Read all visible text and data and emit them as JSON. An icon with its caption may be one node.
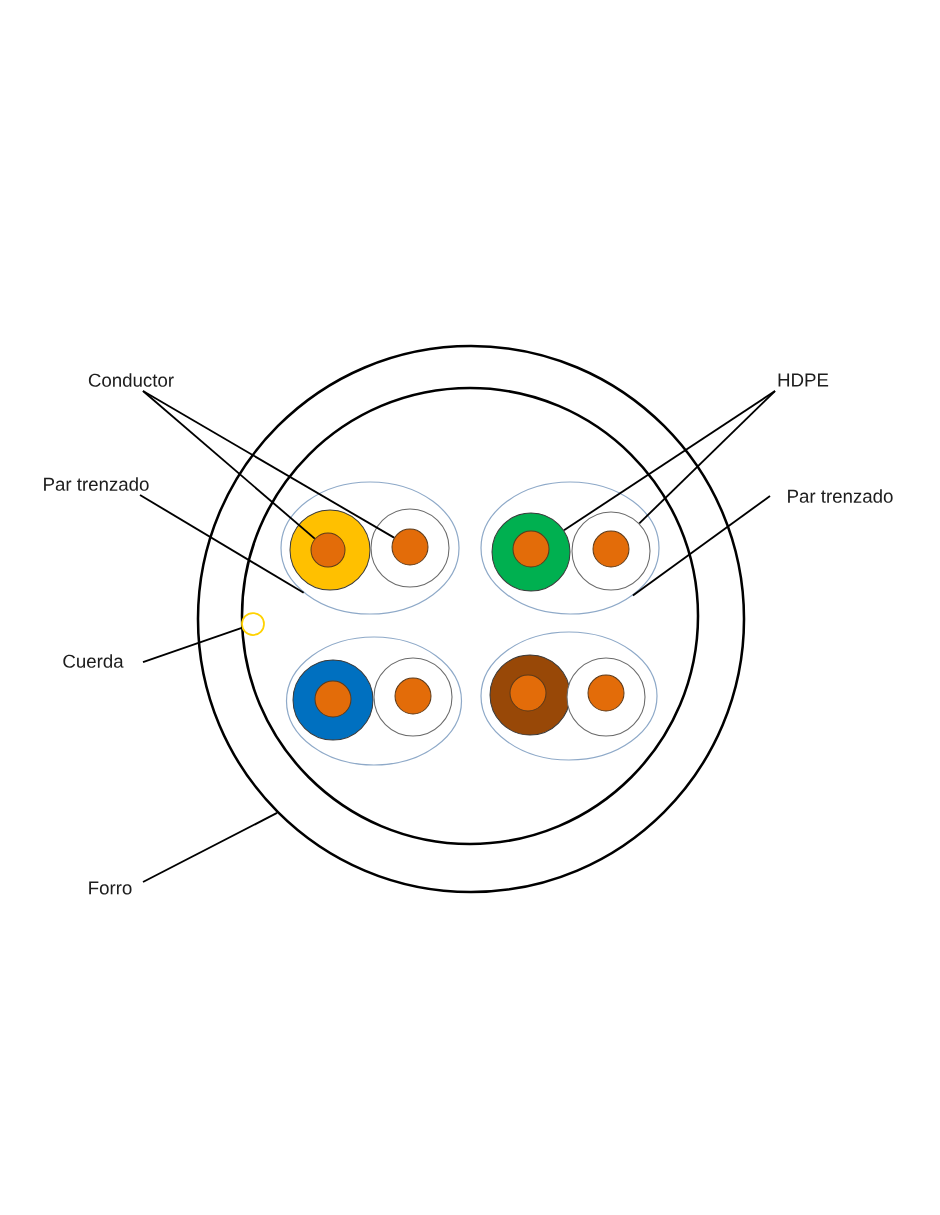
{
  "diagram": {
    "nodes": [
      {
        "text": [
          "Conductor"
        ]
      },
      {
        "text": [
          "HDPE"
        ]
      },
      {
        "text": [
          "Par trenzado"
        ]
      },
      {
        "text": [
          "Par trenzado"
        ]
      },
      {
        "text": [
          "Cuerda"
        ]
      },
      {
        "text": [
          "Forro"
        ]
      },
      {
        "text": [],
        "shape": "circle"
      },
      {
        "text": [],
        "shape": "circle",
        "in": 6
      },
      {
        "text": [],
        "shape": "ellipse",
        "in": 7
      },
      {
        "text": [],
        "shape": "circle",
        "in": 8
      },
      {
        "text": [],
        "shape": "circle",
        "in": 9
      },
      {
        "text": [],
        "shape": "circle",
        "in": 8
      },
      {
        "text": [],
        "shape": "circle",
        "in": 11
      },
      {
        "text": [],
        "shape": "ellipse",
        "in": 7
      },
      {
        "text": [],
        "shape": "circle",
        "in": 13
      },
      {
        "text": [],
        "shape": "circle",
        "in": 14
      },
      {
        "text": [],
        "shape": "circle",
        "in": 13
      },
      {
        "text": [],
        "shape": "circle",
        "in": 16
      },
      {
        "text": [],
        "shape": "ellipse",
        "in": 7
      },
      {
        "text": [],
        "shape": "circle",
        "in": 18
      },
      {
        "text": [],
        "shape": "circle",
        "in": 19
      },
      {
        "text": [],
        "shape": "circle",
        "in": 18
      },
      {
        "text": [],
        "shape": "circle",
        "in": 21
      },
      {
        "text": [],
        "shape": "ellipse",
        "in": 7
      },
      {
        "text": [],
        "shape": "circle",
        "in": 23
      },
      {
        "text": [],
        "shape": "circle",
        "in": 24
      },
      {
        "text": [],
        "shape": "circle",
        "in": 23
      },
      {
        "text": [],
        "shape": "circle",
        "in": 26
      },
      {
        "text": [],
        "shape": "circle",
        "in": 7
      }
    ],
    "edges": [
      {
        "from": 0,
        "to": 10,
        "arrow": "none"
      },
      {
        "from": 0,
        "to": 12,
        "arrow": "none"
      },
      {
        "from": 1,
        "to": 14,
        "arrow": "none"
      },
      {
        "from": 1,
        "to": 16,
        "arrow": "none"
      },
      {
        "from": 2,
        "to": 8,
        "arrow": "none"
      },
      {
        "from": 3,
        "to": 13,
        "arrow": "none"
      },
      {
        "from": 4,
        "to": 28,
        "arrow": "none"
      },
      {
        "from": 5,
        "to": 6,
        "arrow": "none"
      }
    ]
  }
}
